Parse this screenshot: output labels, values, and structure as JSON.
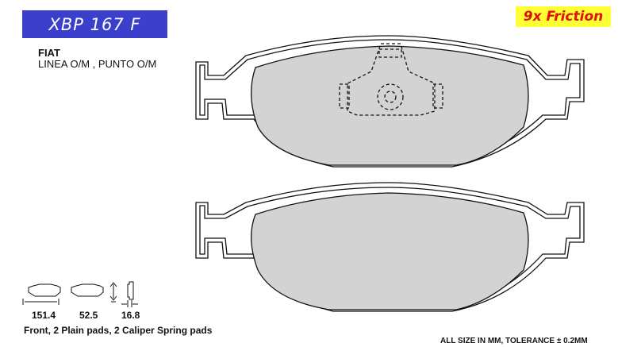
{
  "part_number": "XBP 167 F",
  "friction_label": "9x Friction",
  "make": "FIAT",
  "models": "LINEA O/M , PUNTO O/M",
  "dimensions": {
    "length": "151.4",
    "height": "52.5",
    "thickness": "16.8"
  },
  "description": "Front, 2 Plain pads, 2 Caliper Spring pads",
  "tolerance_note": "ALL SIZE IN MM, TOLERANCE ± 0.2MM",
  "colors": {
    "title_bg": "#3a3fcc",
    "friction_bg": "#ffff33",
    "friction_text": "#e01010",
    "pad_fill": "#d3d3d3"
  }
}
